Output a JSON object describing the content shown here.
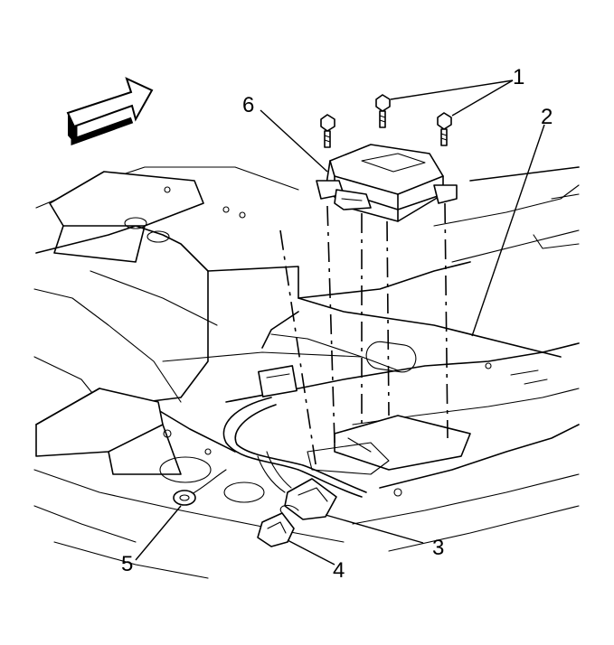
{
  "callouts": [
    {
      "id": "1",
      "label": "1"
    },
    {
      "id": "2",
      "label": "2"
    },
    {
      "id": "3",
      "label": "3"
    },
    {
      "id": "4",
      "label": "4"
    },
    {
      "id": "5",
      "label": "5"
    },
    {
      "id": "6",
      "label": "6"
    }
  ],
  "icons": {
    "direction_arrow": "forward-direction-arrow-icon"
  },
  "colors": {
    "line": "#000000",
    "background": "#ffffff"
  }
}
